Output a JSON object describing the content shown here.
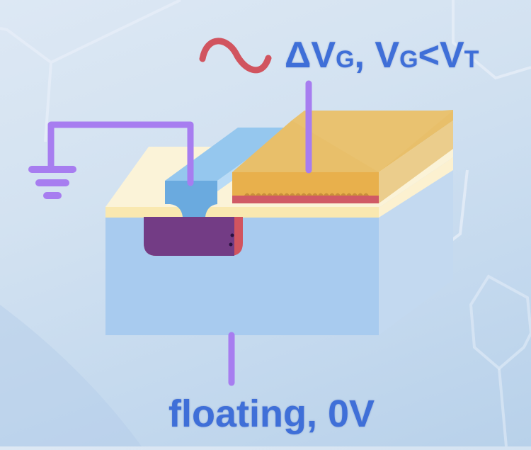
{
  "diagram": {
    "title": "MOSFET cross-section with AC gate signal below threshold",
    "gate_signal": {
      "icon": "ac-sine-wave-icon",
      "delta_symbol": "Δ",
      "v1": "V",
      "v1_sub": "G",
      "separator": ", ",
      "v2": "V",
      "v2_sub": "G",
      "comparator": "<",
      "v3": "V",
      "v3_sub": "T"
    },
    "source_connection": {
      "icon": "ground-icon",
      "label": ""
    },
    "body_connection": {
      "label": "floating, 0V"
    },
    "colors": {
      "substrate_front": "#a8cbef",
      "substrate_side": "#c3d9f0",
      "oxide": "#fbf3d8",
      "oxide_front": "#f9e8b0",
      "gate_top": "#e8bf6a",
      "gate_front": "#e8b04c",
      "gate_side": "#ebcd8c",
      "gate_oxide_red": "#d05a65",
      "contact_blue_front": "#6aaadf",
      "contact_blue_top": "#95c7ee",
      "source_region_purple": "#733c85",
      "wire_purple": "#a77df0",
      "sine_red": "#d1545f",
      "text_blue": "#3f6fd8"
    }
  }
}
